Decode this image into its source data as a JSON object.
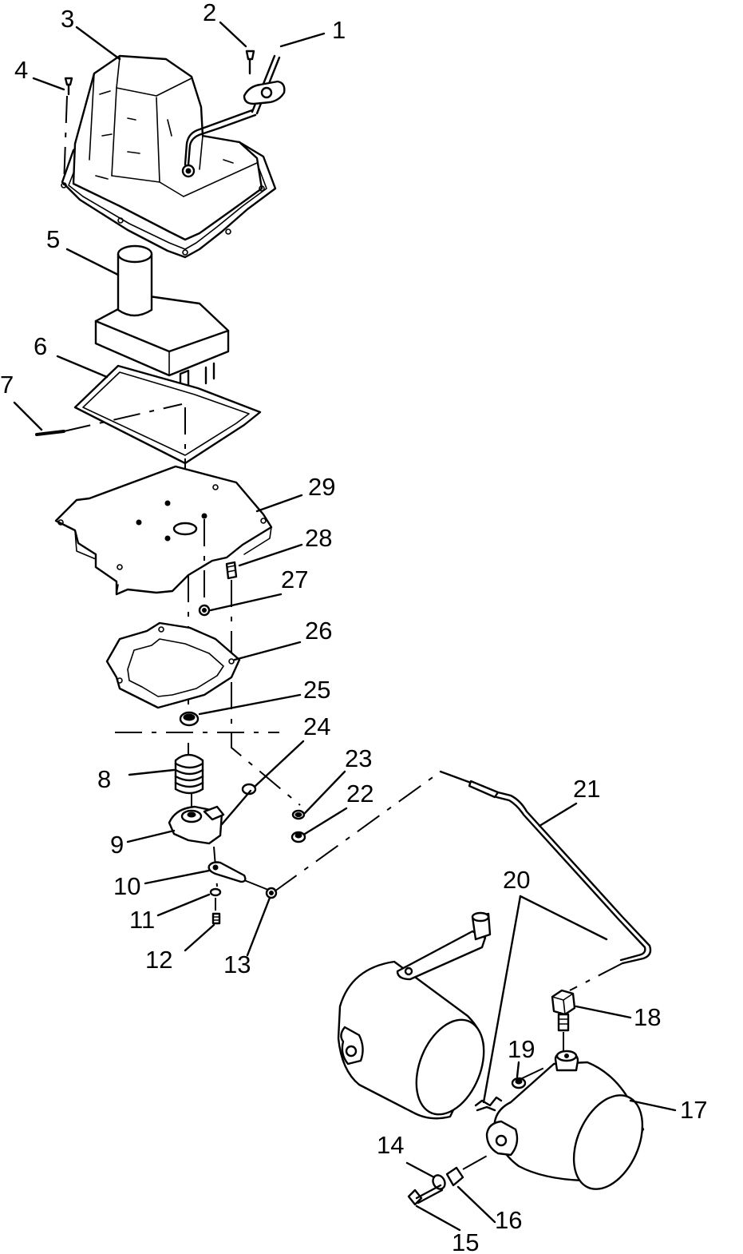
{
  "callouts": [
    {
      "id": "1",
      "text": "1"
    },
    {
      "id": "2",
      "text": "2"
    },
    {
      "id": "3",
      "text": "3"
    },
    {
      "id": "4",
      "text": "4"
    },
    {
      "id": "5",
      "text": "5"
    },
    {
      "id": "6",
      "text": "6"
    },
    {
      "id": "7",
      "text": "7"
    },
    {
      "id": "8",
      "text": "8"
    },
    {
      "id": "9",
      "text": "9"
    },
    {
      "id": "10",
      "text": "10"
    },
    {
      "id": "11",
      "text": "11"
    },
    {
      "id": "12",
      "text": "12"
    },
    {
      "id": "13",
      "text": "13"
    },
    {
      "id": "14",
      "text": "14"
    },
    {
      "id": "15",
      "text": "15"
    },
    {
      "id": "16",
      "text": "16"
    },
    {
      "id": "17",
      "text": "17"
    },
    {
      "id": "18",
      "text": "18"
    },
    {
      "id": "19",
      "text": "19"
    },
    {
      "id": "20",
      "text": "20"
    },
    {
      "id": "21",
      "text": "21"
    },
    {
      "id": "22",
      "text": "22"
    },
    {
      "id": "23",
      "text": "23"
    },
    {
      "id": "24",
      "text": "24"
    },
    {
      "id": "25",
      "text": "25"
    },
    {
      "id": "26",
      "text": "26"
    },
    {
      "id": "27",
      "text": "27"
    },
    {
      "id": "28",
      "text": "28"
    },
    {
      "id": "29",
      "text": "29"
    }
  ]
}
